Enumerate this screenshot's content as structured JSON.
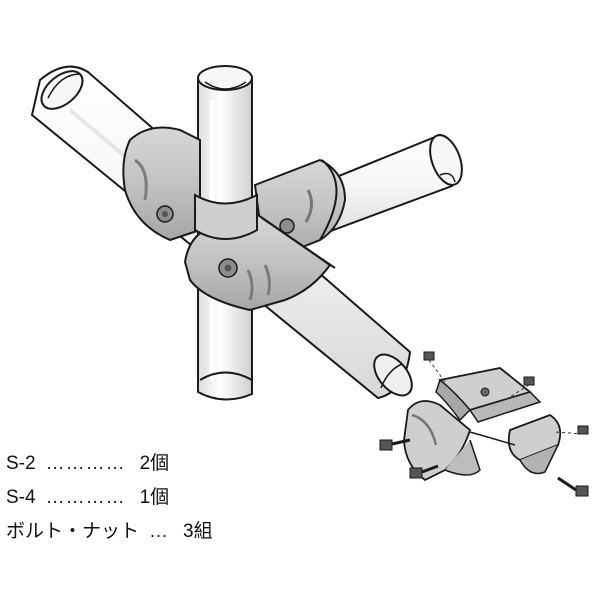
{
  "colors": {
    "pipe_fill": "#f4f4f4",
    "pipe_highlight": "#ffffff",
    "joint_fill": "#c9c9c9",
    "joint_shadow": "#9d9d9d",
    "outline": "#1a1a1a"
  },
  "parts_list": [
    {
      "name": "S-2",
      "leader": "…………",
      "qty": "2個"
    },
    {
      "name": "S-4",
      "leader": "…………",
      "qty": "1個"
    },
    {
      "name": "ボルト・ナット",
      "leader": "…",
      "qty": "3組"
    }
  ]
}
